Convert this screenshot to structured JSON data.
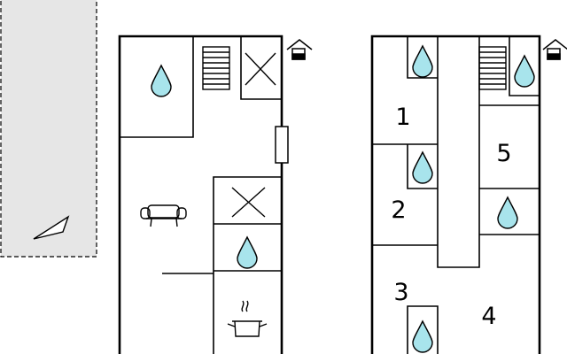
{
  "diagram": {
    "room_numbers": [
      "1",
      "2",
      "3",
      "4",
      "5"
    ],
    "colors": {
      "wall": "#000000",
      "water": "#a8e4ec",
      "terrace": "#e6e6e6",
      "background": "#ffffff"
    },
    "icons": [
      "water-drop-icon",
      "stairs-icon",
      "cross-box-icon",
      "house-entrance-icon",
      "sofa-icon",
      "cooking-pot-icon",
      "window-icon",
      "compass-arrow-icon"
    ]
  }
}
